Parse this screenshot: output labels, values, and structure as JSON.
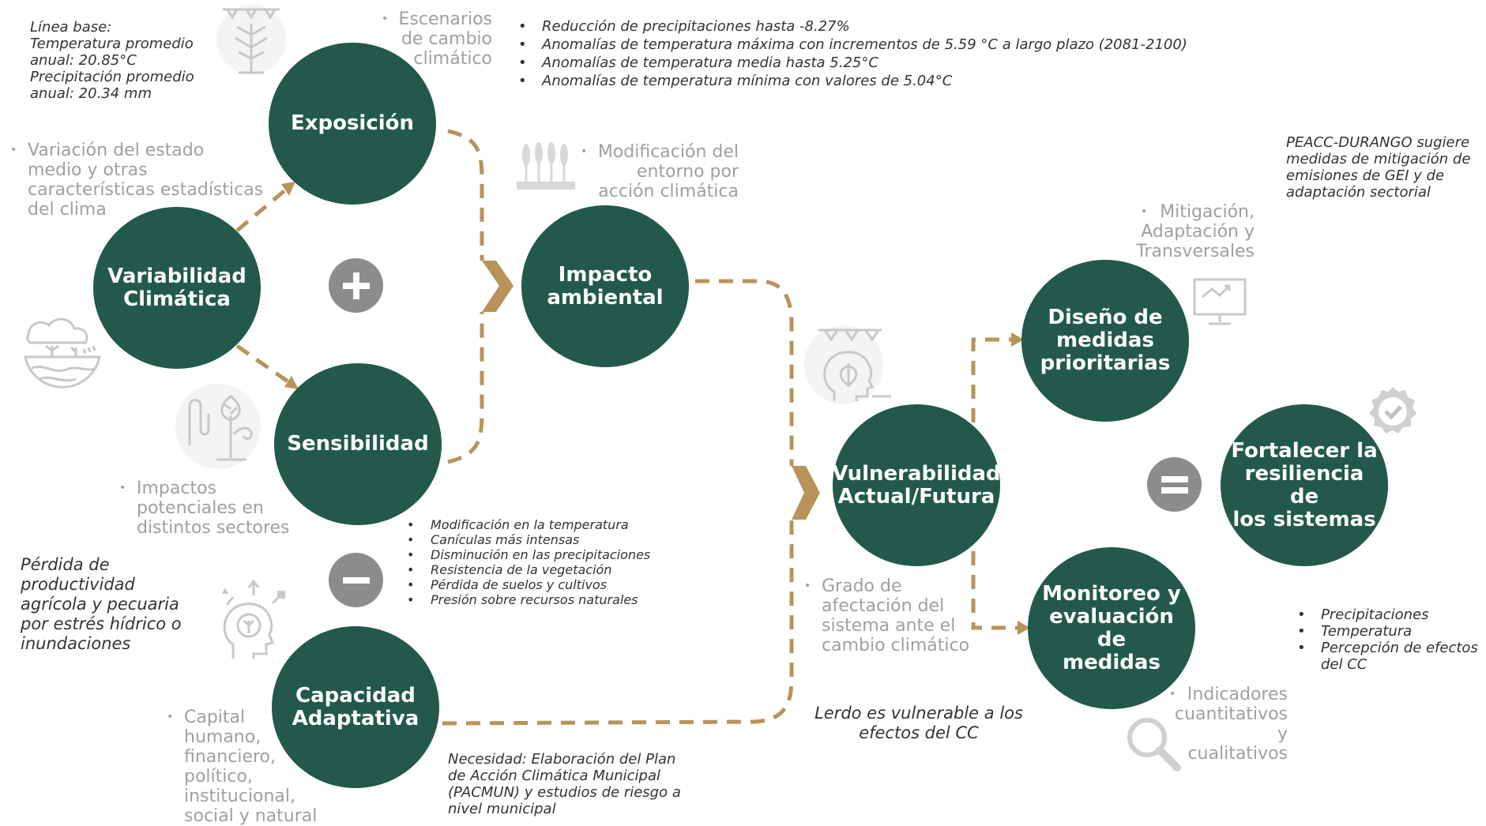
{
  "nodes": {
    "variabilidad": "Variabilidad\nClimática",
    "exposicion": "Exposición",
    "sensibilidad": "Sensibilidad",
    "capacidad": "Capacidad\nAdaptativa",
    "impacto": "Impacto\nambiental",
    "vulnerabilidad": "Vulnerabilidad\nActual/Futura",
    "diseno": "Diseño de\nmedidas\nprioritarias",
    "monitoreo": "Monitoreo y\nevaluación de\nmedidas",
    "fortalecer": "Fortalecer la\nresiliencia de\nlos sistemas"
  },
  "operators": {
    "plus": "+",
    "minus": "−",
    "equals": "="
  },
  "notes": {
    "linea_base": [
      "Línea base:",
      "Temperatura promedio",
      "anual: 20.85°C",
      "Precipitación promedio",
      "anual: 20.34 mm"
    ],
    "perdida": [
      "Pérdida de",
      "productividad",
      "agrícola y pecuaria",
      "por estrés hídrico o",
      "inundaciones"
    ],
    "necesidad": [
      "Necesidad: Elaboración del Plan",
      "de Acción Climática Municipal",
      "(PACMUN) y estudios de riesgo a",
      "nivel municipal"
    ],
    "lerdo": [
      "Lerdo es vulnerable a los",
      "efectos del CC"
    ],
    "peacc": [
      "PEACC-DURANGO sugiere",
      "medidas de mitigación de",
      "emisiones de GEI y de",
      "adaptación sectorial"
    ]
  },
  "gray_labels": {
    "escenarios": [
      "Escenarios",
      "de cambio",
      "climático"
    ],
    "variacion": [
      "Variación del estado",
      "medio y otras",
      "características estadísticas",
      "del clima"
    ],
    "modificacion": [
      "Modificación del",
      "entorno por",
      "acción climática"
    ],
    "impactos": [
      "Impactos",
      "potenciales en",
      "distintos sectores"
    ],
    "capital": [
      "Capital",
      "humano,",
      "financiero,",
      "político,",
      "institucional,",
      "social y natural"
    ],
    "grado": [
      "Grado de",
      "afectación del",
      "sistema ante el",
      "cambio climático"
    ],
    "mitigacion": [
      "Mitigación,",
      "Adaptación y",
      "Transversales"
    ],
    "indicadores": [
      "Indicadores",
      "cuantitativos y",
      "cualitativos"
    ]
  },
  "lists": {
    "escenarios_list": [
      "Reducción de precipitaciones hasta -8.27%",
      "Anomalías de temperatura máxima con incrementos de 5.59 °C a largo plazo (2081-2100)",
      "Anomalías de temperatura media hasta 5.25°C",
      "Anomalías de temperatura mínima con valores de 5.04°C"
    ],
    "sensibilidad_list": [
      "Modificación en la temperatura",
      "Canículas más intensas",
      "Disminución en las precipitaciones",
      "Resistencia de la vegetación",
      "Pérdida de suelos y cultivos",
      "Presión sobre recursos naturales"
    ],
    "indicadores_list": [
      "Precipitaciones",
      "Temperatura",
      "Percepción de efectos del CC"
    ]
  },
  "colors": {
    "node": "#22594a",
    "connector": "#b8935a",
    "operator": "#8c8c8c",
    "gray_text": "#a0a0a0",
    "icon": "#c8c8c8"
  }
}
